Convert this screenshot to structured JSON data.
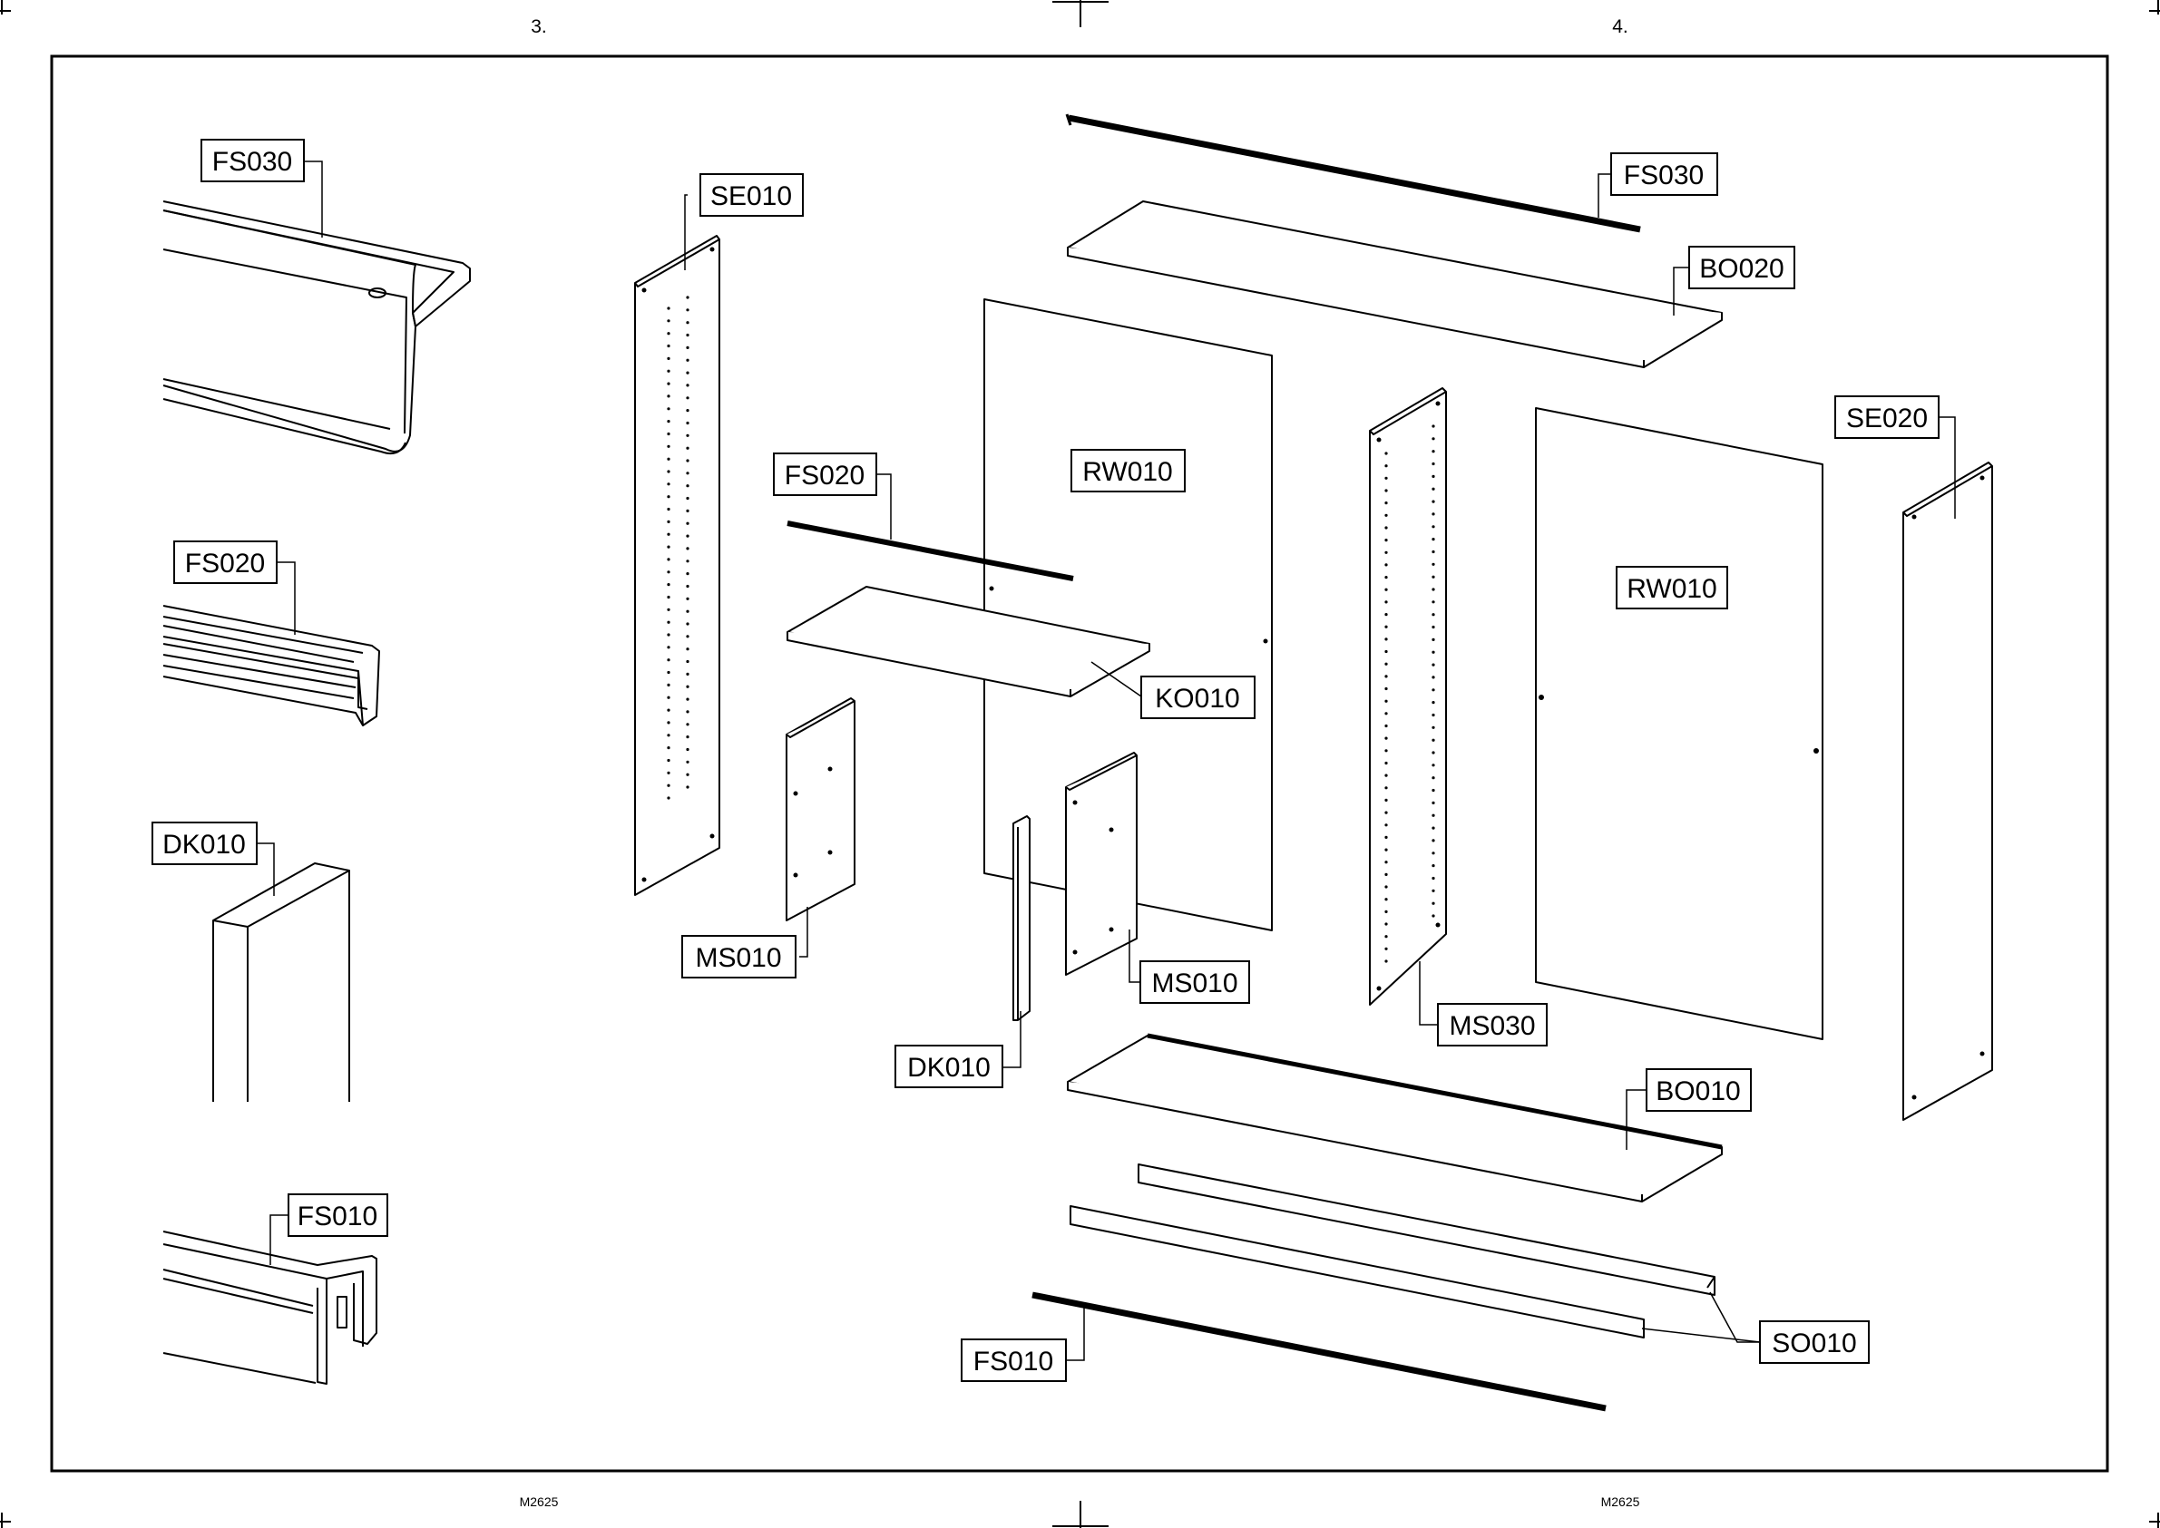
{
  "page_numbers": {
    "left": "3.",
    "right": "4."
  },
  "footer": {
    "left_code": "M2625",
    "right_code": "M2625"
  },
  "detail_labels": {
    "fs030": "FS030",
    "fs020": "FS020",
    "dk010": "DK010",
    "fs010": "FS010"
  },
  "part_labels": {
    "se010": "SE010",
    "fs020": "FS020",
    "rw010_left": "RW010",
    "ko010": "KO010",
    "ms010_left": "MS010",
    "ms010_right": "MS010",
    "dk010": "DK010",
    "fs030": "FS030",
    "bo020": "BO020",
    "se020": "SE020",
    "rw010_right": "RW010",
    "ms030": "MS030",
    "bo010": "BO010",
    "so010": "SO010",
    "fs010": "FS010"
  }
}
